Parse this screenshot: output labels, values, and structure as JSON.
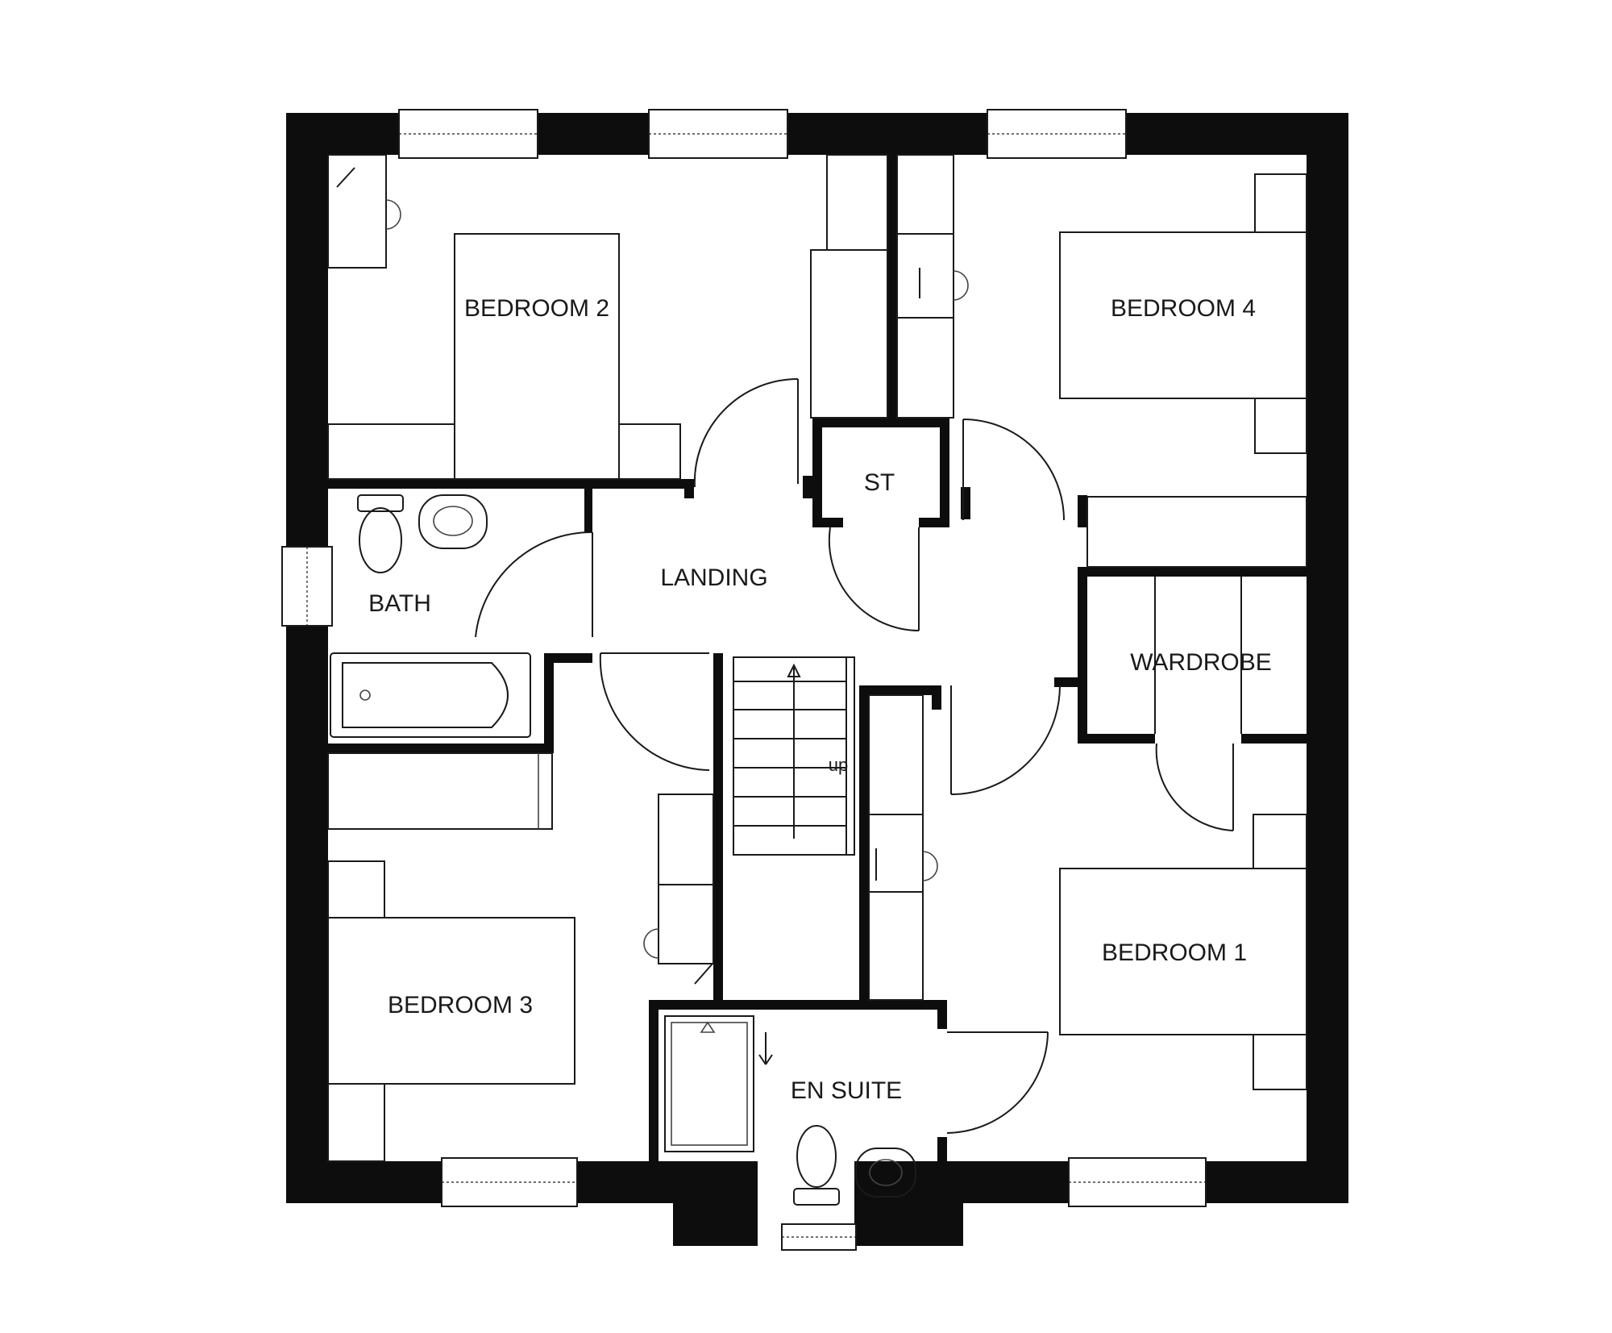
{
  "rooms": {
    "bedroom_2": "BEDROOM 2",
    "bedroom_4": "BEDROOM 4",
    "st": "ST",
    "landing": "LANDING",
    "bath": "BATH",
    "wardrobe": "WARDROBE",
    "bedroom_3": "BEDROOM 3",
    "bedroom_1": "BEDROOM 1",
    "en_suite": "EN SUITE"
  },
  "stairs": {
    "direction_label": "up"
  },
  "colors": {
    "wall": "#0d0d0d",
    "line": "#1a1a1a",
    "background": "#ffffff"
  }
}
